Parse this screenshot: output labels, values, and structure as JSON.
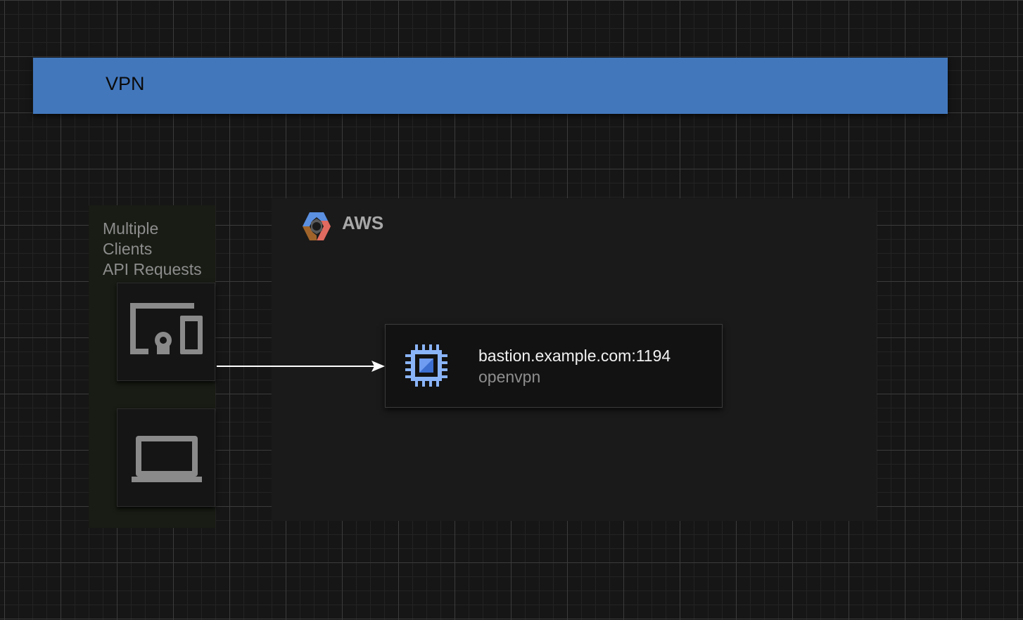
{
  "banner": {
    "title": "VPN",
    "color": "#4277bc"
  },
  "clients_group": {
    "label_lines": [
      "Multiple",
      "Clients",
      "API Requests"
    ],
    "devices": [
      {
        "icon": "devices-icon"
      },
      {
        "icon": "laptop-icon"
      }
    ]
  },
  "cloud_group": {
    "title": "AWS",
    "logo_icon": "cloud-provider-hexagon-icon"
  },
  "server_node": {
    "name": "bastion.example.com:1194",
    "subtitle": "openvpn",
    "icon": "compute-chip-icon",
    "icon_color": "#8ab4f8"
  },
  "edges": [
    {
      "from": "client-devices",
      "to": "bastion-server",
      "color": "#ffffff"
    }
  ]
}
